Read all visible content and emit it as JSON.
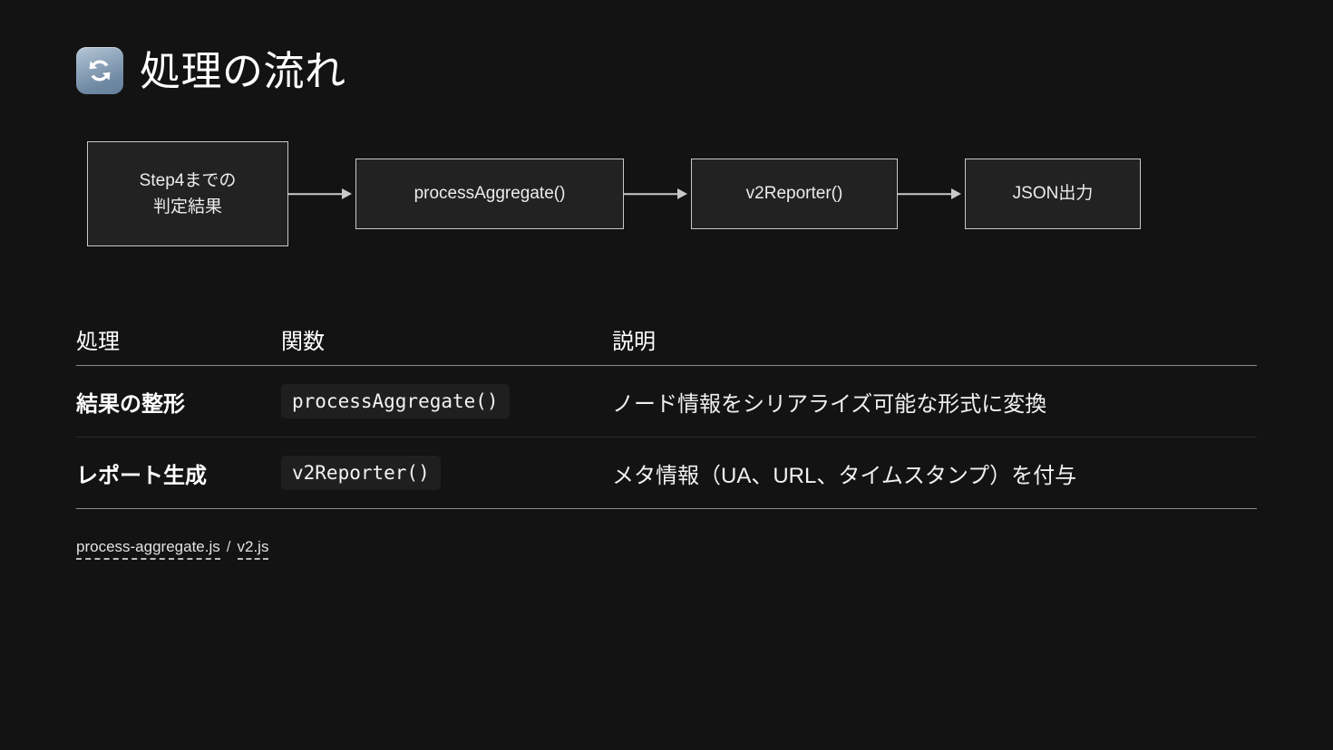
{
  "page": {
    "background_color": "#131313",
    "text_color": "#ffffff"
  },
  "header": {
    "icon_name": "refresh-cycle-icon",
    "icon_color": "#8fa6bb",
    "title": "処理の流れ"
  },
  "flow": {
    "nodes": [
      {
        "id": "input",
        "lines": [
          "Step4までの",
          "判定結果"
        ],
        "multiline": true
      },
      {
        "id": "process-aggregate",
        "lines": [
          "processAggregate()"
        ],
        "multiline": false
      },
      {
        "id": "v2-reporter",
        "lines": [
          "v2Reporter()"
        ],
        "multiline": false
      },
      {
        "id": "json-output",
        "lines": [
          "JSON出力"
        ],
        "multiline": false
      }
    ],
    "arrow_count": 3,
    "border_color": "#c9c9c9",
    "fill_color": "#222222"
  },
  "table": {
    "headers": [
      "処理",
      "関数",
      "説明"
    ],
    "rows": [
      {
        "process": "結果の整形",
        "function": "processAggregate()",
        "description": "ノード情報をシリアライズ可能な形式に変換"
      },
      {
        "process": "レポート生成",
        "function": "v2Reporter()",
        "description": "メタ情報（UA、URL、タイムスタンプ）を付与"
      }
    ]
  },
  "footer": {
    "links": [
      "process-aggregate.js",
      "v2.js"
    ],
    "separator": "/"
  }
}
